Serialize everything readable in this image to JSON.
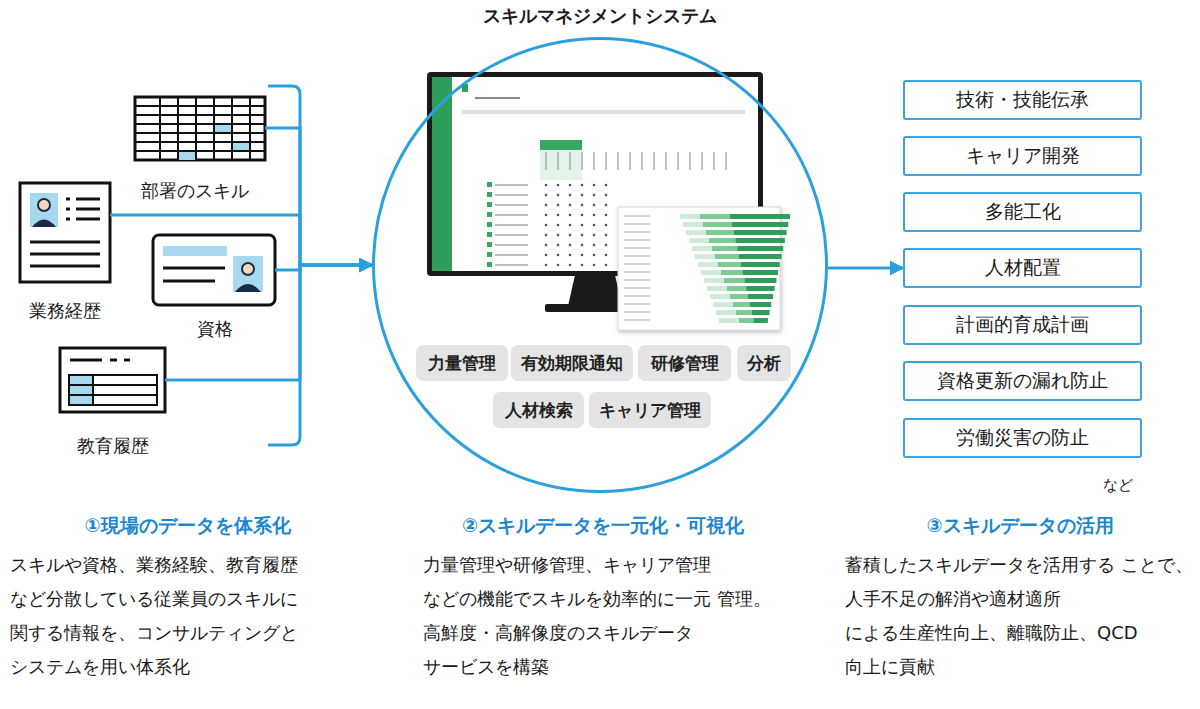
{
  "diagram": {
    "nodes": [
      {
        "text": [
          "部署のスキル"
        ]
      },
      {
        "text": [
          "業務経歴"
        ]
      },
      {
        "text": [
          "資格"
        ]
      },
      {
        "text": [
          "教育履歴"
        ]
      },
      {
        "text": [
          "スキルマネジメントシステム"
        ]
      },
      {
        "text": [
          "力量管理"
        ],
        "in": 4
      },
      {
        "text": [
          "有効期限通知"
        ],
        "in": 4
      },
      {
        "text": [
          "研修管理"
        ],
        "in": 4
      },
      {
        "text": [
          "分析"
        ],
        "in": 4
      },
      {
        "text": [
          "人材検索"
        ],
        "in": 4
      },
      {
        "text": [
          "キャリア管理"
        ],
        "in": 4
      },
      {
        "text": [
          "技術・技能伝承"
        ]
      },
      {
        "text": [
          "キャリア開発"
        ]
      },
      {
        "text": [
          "多能工化"
        ]
      },
      {
        "text": [
          "人材配置"
        ]
      },
      {
        "text": [
          "計画的育成計画"
        ]
      },
      {
        "text": [
          "資格更新の漏れ防止"
        ]
      },
      {
        "text": [
          "労働災害の防止"
        ]
      }
    ],
    "edges": [
      {
        "from": 0,
        "to": 4,
        "arrow": "to"
      },
      {
        "from": 1,
        "to": 4,
        "arrow": "to"
      },
      {
        "from": 2,
        "to": 4,
        "arrow": "to"
      },
      {
        "from": 3,
        "to": 4,
        "arrow": "to"
      },
      {
        "from": 4,
        "to": 14,
        "arrow": "to"
      }
    ],
    "labels": [
      "など",
      "①現場のデータを体系化",
      "スキルや資格、業務経験、教育履歴 など分散している従業員のスキルに 関する情報を、コンサルティングと システムを用い体系化",
      "②スキルデータを一元化・可視化",
      "力量管理や研修管理、キャリア管理 などの機能でスキルを効率的に一元 管理。高鮮度・高解像度のスキルデータ サービスを構築",
      "③スキルデータの活用",
      "蓄積したスキルデータを活用する ことで、人手不足の解消や適材適所 による生産性向上、離職防止、QCD 向上に貢献"
    ]
  }
}
